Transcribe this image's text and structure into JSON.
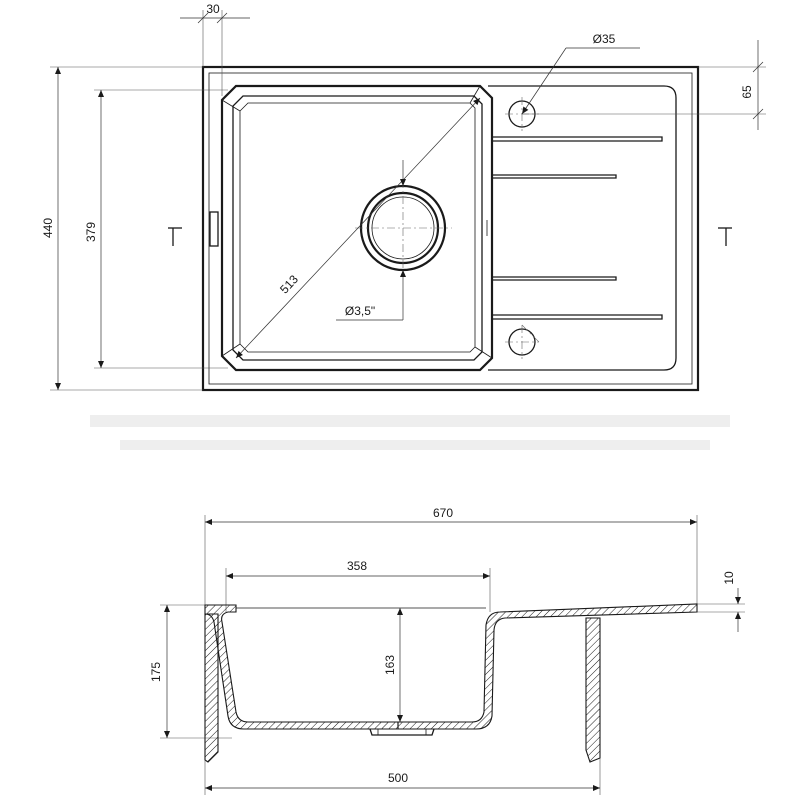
{
  "drawing": {
    "top_view": {
      "dimensions": {
        "edge_offset": "30",
        "overflow_diameter": "Ø35",
        "overflow_offset": "65",
        "total_depth": "440",
        "bowl_depth": "379",
        "bowl_diagonal": "513",
        "drain_size": "Ø3,5\""
      }
    },
    "section_view": {
      "dimensions": {
        "total_width": "670",
        "bowl_width": "358",
        "rim_thickness": "10",
        "total_height": "175",
        "bowl_height": "163",
        "cabinet_width": "500"
      }
    }
  }
}
